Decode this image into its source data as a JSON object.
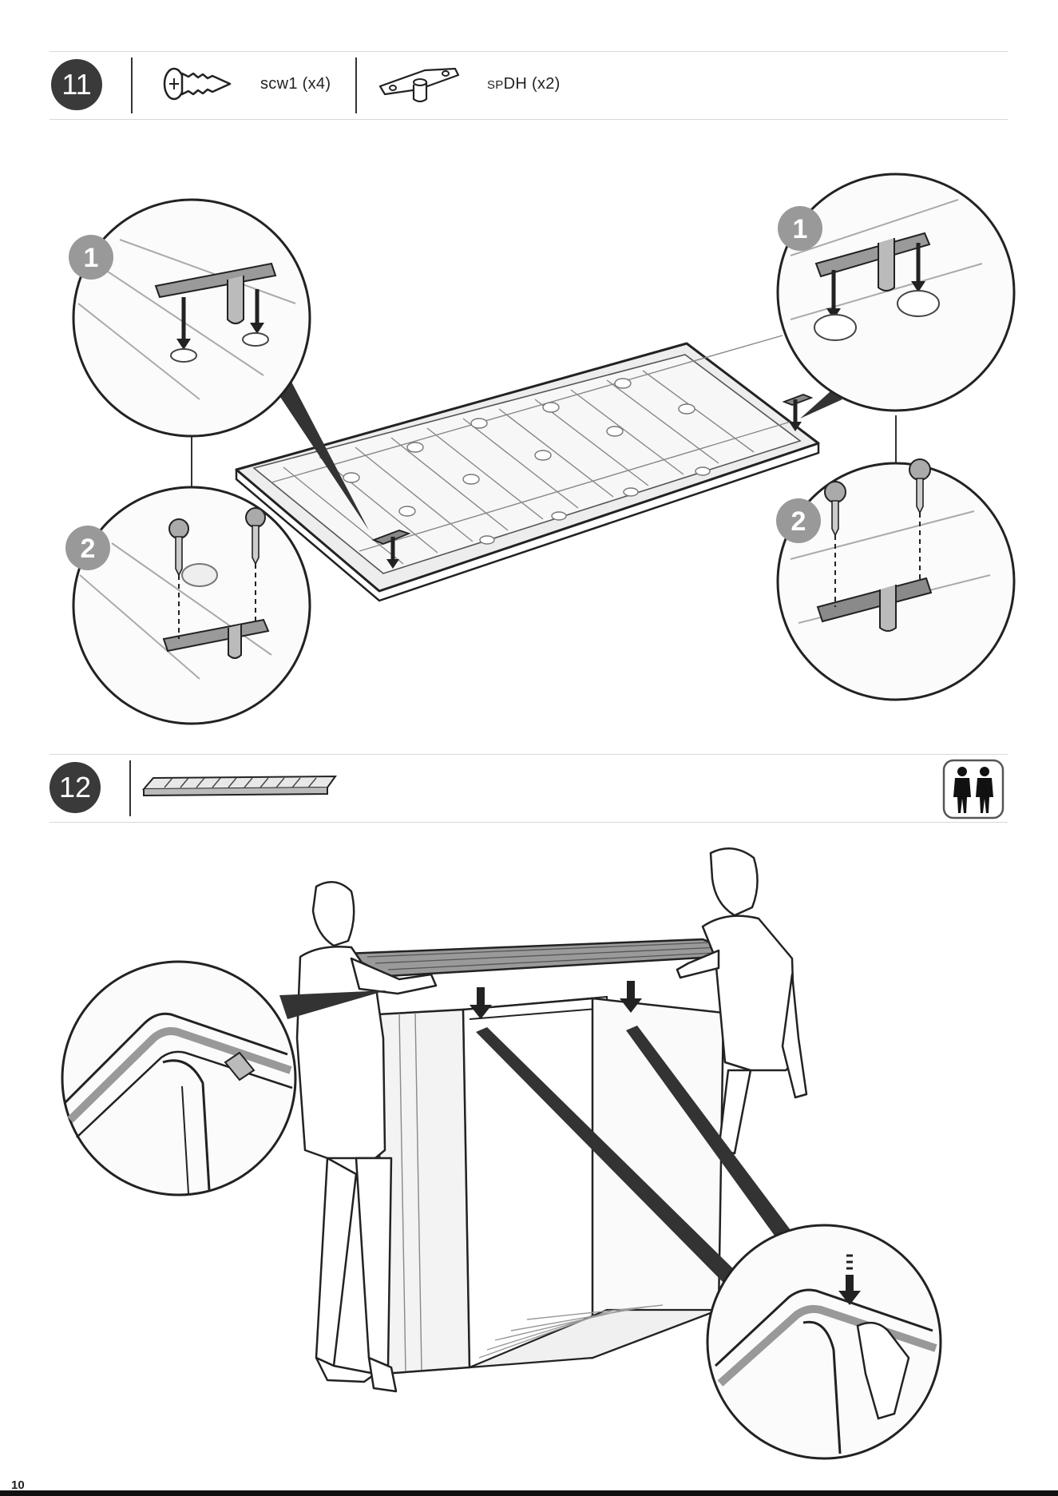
{
  "page_number": "10",
  "steps": [
    {
      "number": "11",
      "parts": [
        {
          "icon": "screw-icon",
          "code": "scw1",
          "qty": "(x4)"
        },
        {
          "icon": "hinge-plate-icon",
          "code_small": "SP",
          "code_rest": "DH",
          "qty": "(x2)"
        }
      ],
      "callouts": [
        "1",
        "2",
        "1",
        "2"
      ]
    },
    {
      "number": "12",
      "parts": [
        {
          "icon": "roof-panel-icon"
        }
      ],
      "people_icon": "two-people-icon"
    }
  ]
}
